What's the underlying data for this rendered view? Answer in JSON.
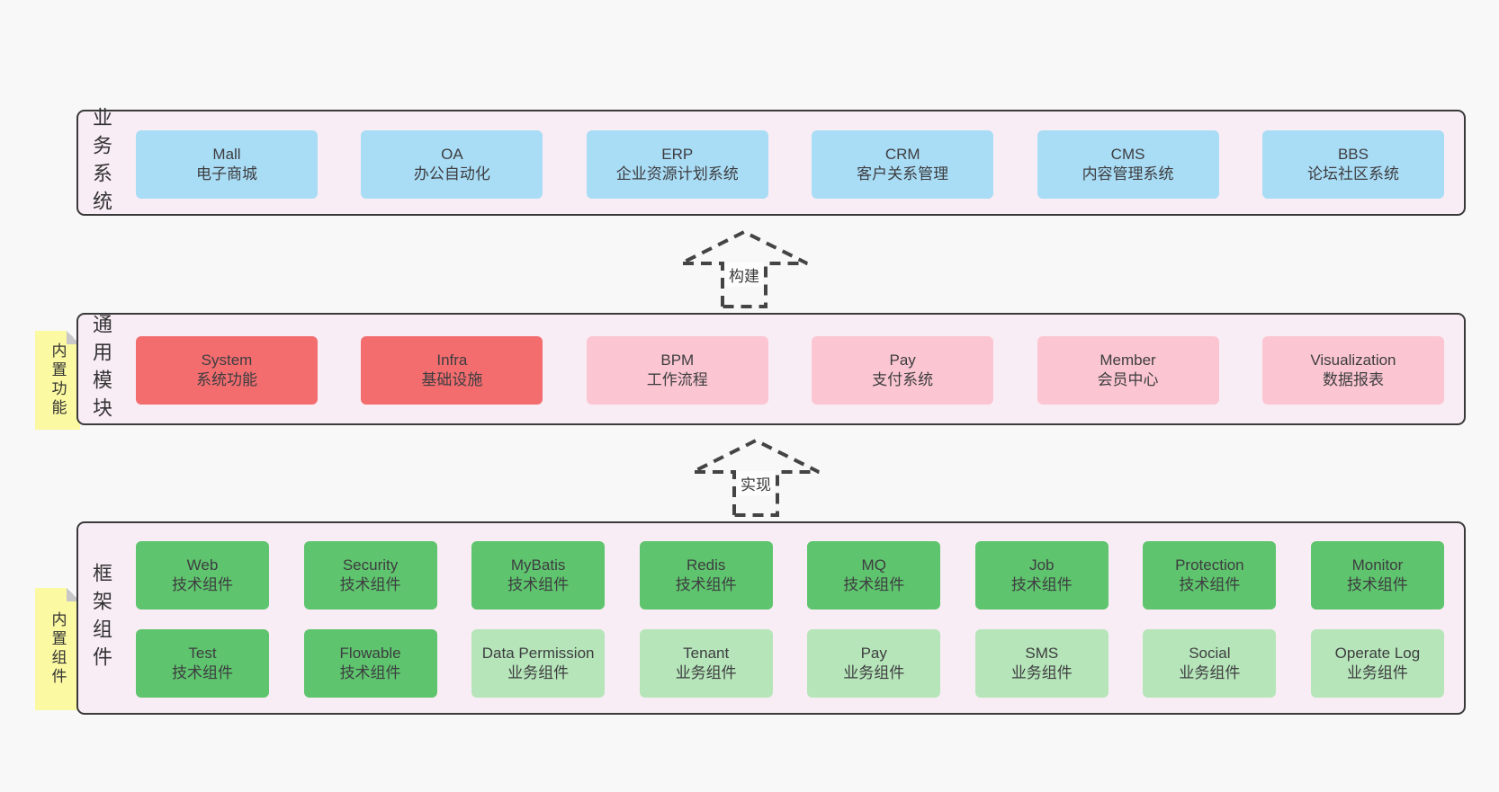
{
  "colors": {
    "page_background": "#f8f8f8",
    "container_fill": "#f9edf5",
    "container_border": "#3a3a3a",
    "node_blue": "#a9dcf5",
    "node_red": "#f36d6f",
    "node_pink": "#fbc6d1",
    "node_green": "#5fc46e",
    "node_green_light": "#b6e5b9",
    "note_yellow": "#fbf9a1",
    "note_fold_gray": "#c8c8c8",
    "text": "#3d3d40"
  },
  "arrows": [
    {
      "label": "构建"
    },
    {
      "label": "实现"
    }
  ],
  "sections": {
    "business": {
      "label": "业务系统",
      "items": [
        {
          "title": "Mall",
          "subtitle": "电子商城"
        },
        {
          "title": "OA",
          "subtitle": "办公自动化"
        },
        {
          "title": "ERP",
          "subtitle": "企业资源计划系统"
        },
        {
          "title": "CRM",
          "subtitle": "客户关系管理"
        },
        {
          "title": "CMS",
          "subtitle": "内容管理系统"
        },
        {
          "title": "BBS",
          "subtitle": "论坛社区系统"
        }
      ]
    },
    "modules": {
      "label": "通用模块",
      "note": "内置功能",
      "items": [
        {
          "title": "System",
          "subtitle": "系统功能"
        },
        {
          "title": "Infra",
          "subtitle": "基础设施"
        },
        {
          "title": "BPM",
          "subtitle": "工作流程"
        },
        {
          "title": "Pay",
          "subtitle": "支付系统"
        },
        {
          "title": "Member",
          "subtitle": "会员中心"
        },
        {
          "title": "Visualization",
          "subtitle": "数据报表"
        }
      ]
    },
    "framework": {
      "label": "框架组件",
      "note": "内置组件",
      "row1": [
        {
          "title": "Web",
          "subtitle": "技术组件"
        },
        {
          "title": "Security",
          "subtitle": "技术组件"
        },
        {
          "title": "MyBatis",
          "subtitle": "技术组件"
        },
        {
          "title": "Redis",
          "subtitle": "技术组件"
        },
        {
          "title": "MQ",
          "subtitle": "技术组件"
        },
        {
          "title": "Job",
          "subtitle": "技术组件"
        },
        {
          "title": "Protection",
          "subtitle": "技术组件"
        },
        {
          "title": "Monitor",
          "subtitle": "技术组件"
        }
      ],
      "row2": [
        {
          "title": "Test",
          "subtitle": "技术组件"
        },
        {
          "title": "Flowable",
          "subtitle": "技术组件"
        },
        {
          "title": "Data Permission",
          "subtitle": "业务组件"
        },
        {
          "title": "Tenant",
          "subtitle": "业务组件"
        },
        {
          "title": "Pay",
          "subtitle": "业务组件"
        },
        {
          "title": "SMS",
          "subtitle": "业务组件"
        },
        {
          "title": "Social",
          "subtitle": "业务组件"
        },
        {
          "title": "Operate Log",
          "subtitle": "业务组件"
        }
      ]
    }
  }
}
